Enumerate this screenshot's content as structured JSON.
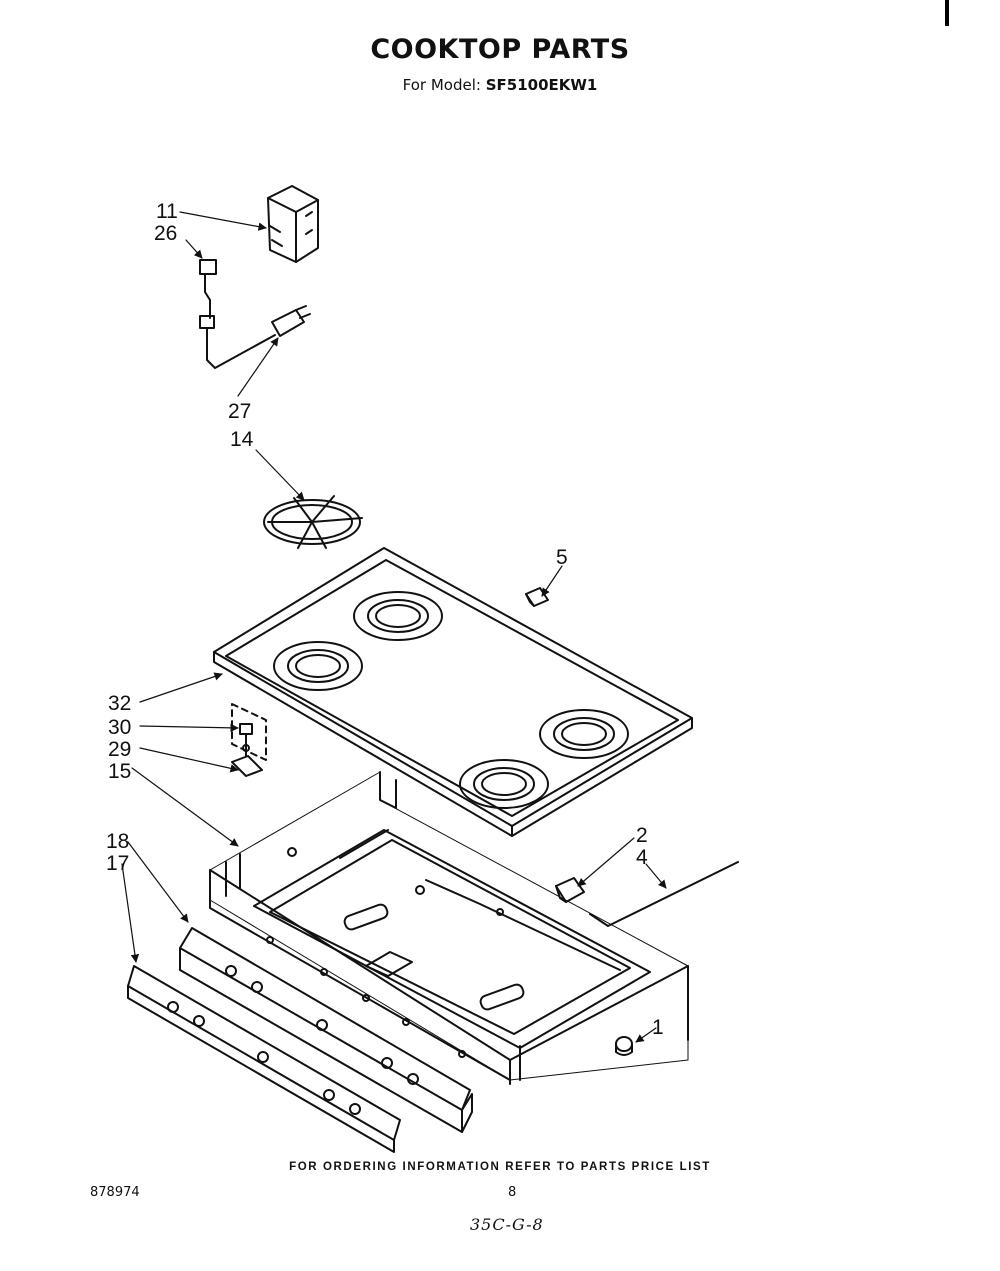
{
  "title": "COOKTOP PARTS",
  "subtitle": {
    "prefix": "For Model:",
    "model": "SF5100EKW1"
  },
  "callouts": [
    "11",
    "26",
    "27",
    "14",
    "5",
    "32",
    "30",
    "29",
    "15",
    "18",
    "17",
    "2",
    "4",
    "1"
  ],
  "footer": {
    "ordering_note": "FOR ORDERING INFORMATION REFER TO PARTS PRICE LIST",
    "document_number": "878974",
    "page_number": "8",
    "handwritten_note": "35C-G-8"
  }
}
